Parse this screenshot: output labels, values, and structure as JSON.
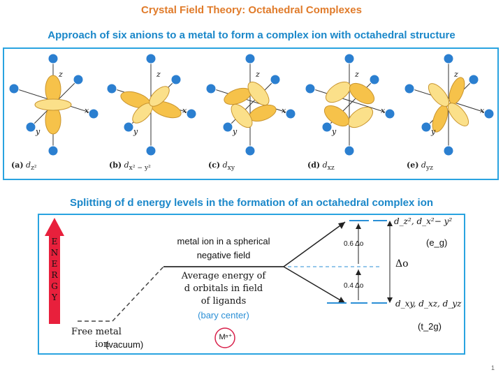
{
  "title": "Crystal Field Theory: Octahedral Complexes",
  "section1": {
    "heading": "Approach of six anions to a metal to form a complex ion with octahedral structure",
    "axis_labels": {
      "z": "z",
      "x": "x",
      "y": "y"
    },
    "panels": [
      {
        "letter": "(a)",
        "orbital": "d",
        "sub": "z²"
      },
      {
        "letter": "(b)",
        "orbital": "d",
        "sub": "x² − y²"
      },
      {
        "letter": "(c)",
        "orbital": "d",
        "sub": "xy"
      },
      {
        "letter": "(d)",
        "orbital": "d",
        "sub": "xz"
      },
      {
        "letter": "(e)",
        "orbital": "d",
        "sub": "yz"
      }
    ]
  },
  "section2": {
    "heading": "Splitting of d energy levels in the formation of an octahedral complex ion",
    "energy_letters": [
      "E",
      "N",
      "E",
      "R",
      "G",
      "Y"
    ],
    "free_metal_line1": "Free metal",
    "free_metal_line2": "ion",
    "vacuum": "(vacuum)",
    "spherical_line1": "metal ion in a spherical",
    "spherical_line2": "negative field",
    "average_line1": "Average energy of",
    "average_line2": "d orbitals in field",
    "average_line3": "of ligands",
    "bary": "(bary center)",
    "metal_ion": "Mⁿ⁺",
    "upper_orbitals": "d_z², d_x²− y²",
    "lower_orbitals": "d_xy, d_xz, d_yz",
    "eg": "(e_g)",
    "t2g": "(t_2g)",
    "delta_upper": "0.6 Δo",
    "delta_lower": "0.4 Δo",
    "delta_o": "Δo"
  },
  "page_number": "1",
  "colors": {
    "title": "#e07b2a",
    "heading": "#1a87c9",
    "border": "#29a3e0",
    "energy_arrow": "#e8203c",
    "bary": "#2a8fd6",
    "circle": "#d8204a",
    "orbital_fill": "#f6c24a",
    "ligand": "#2b7fd0"
  }
}
